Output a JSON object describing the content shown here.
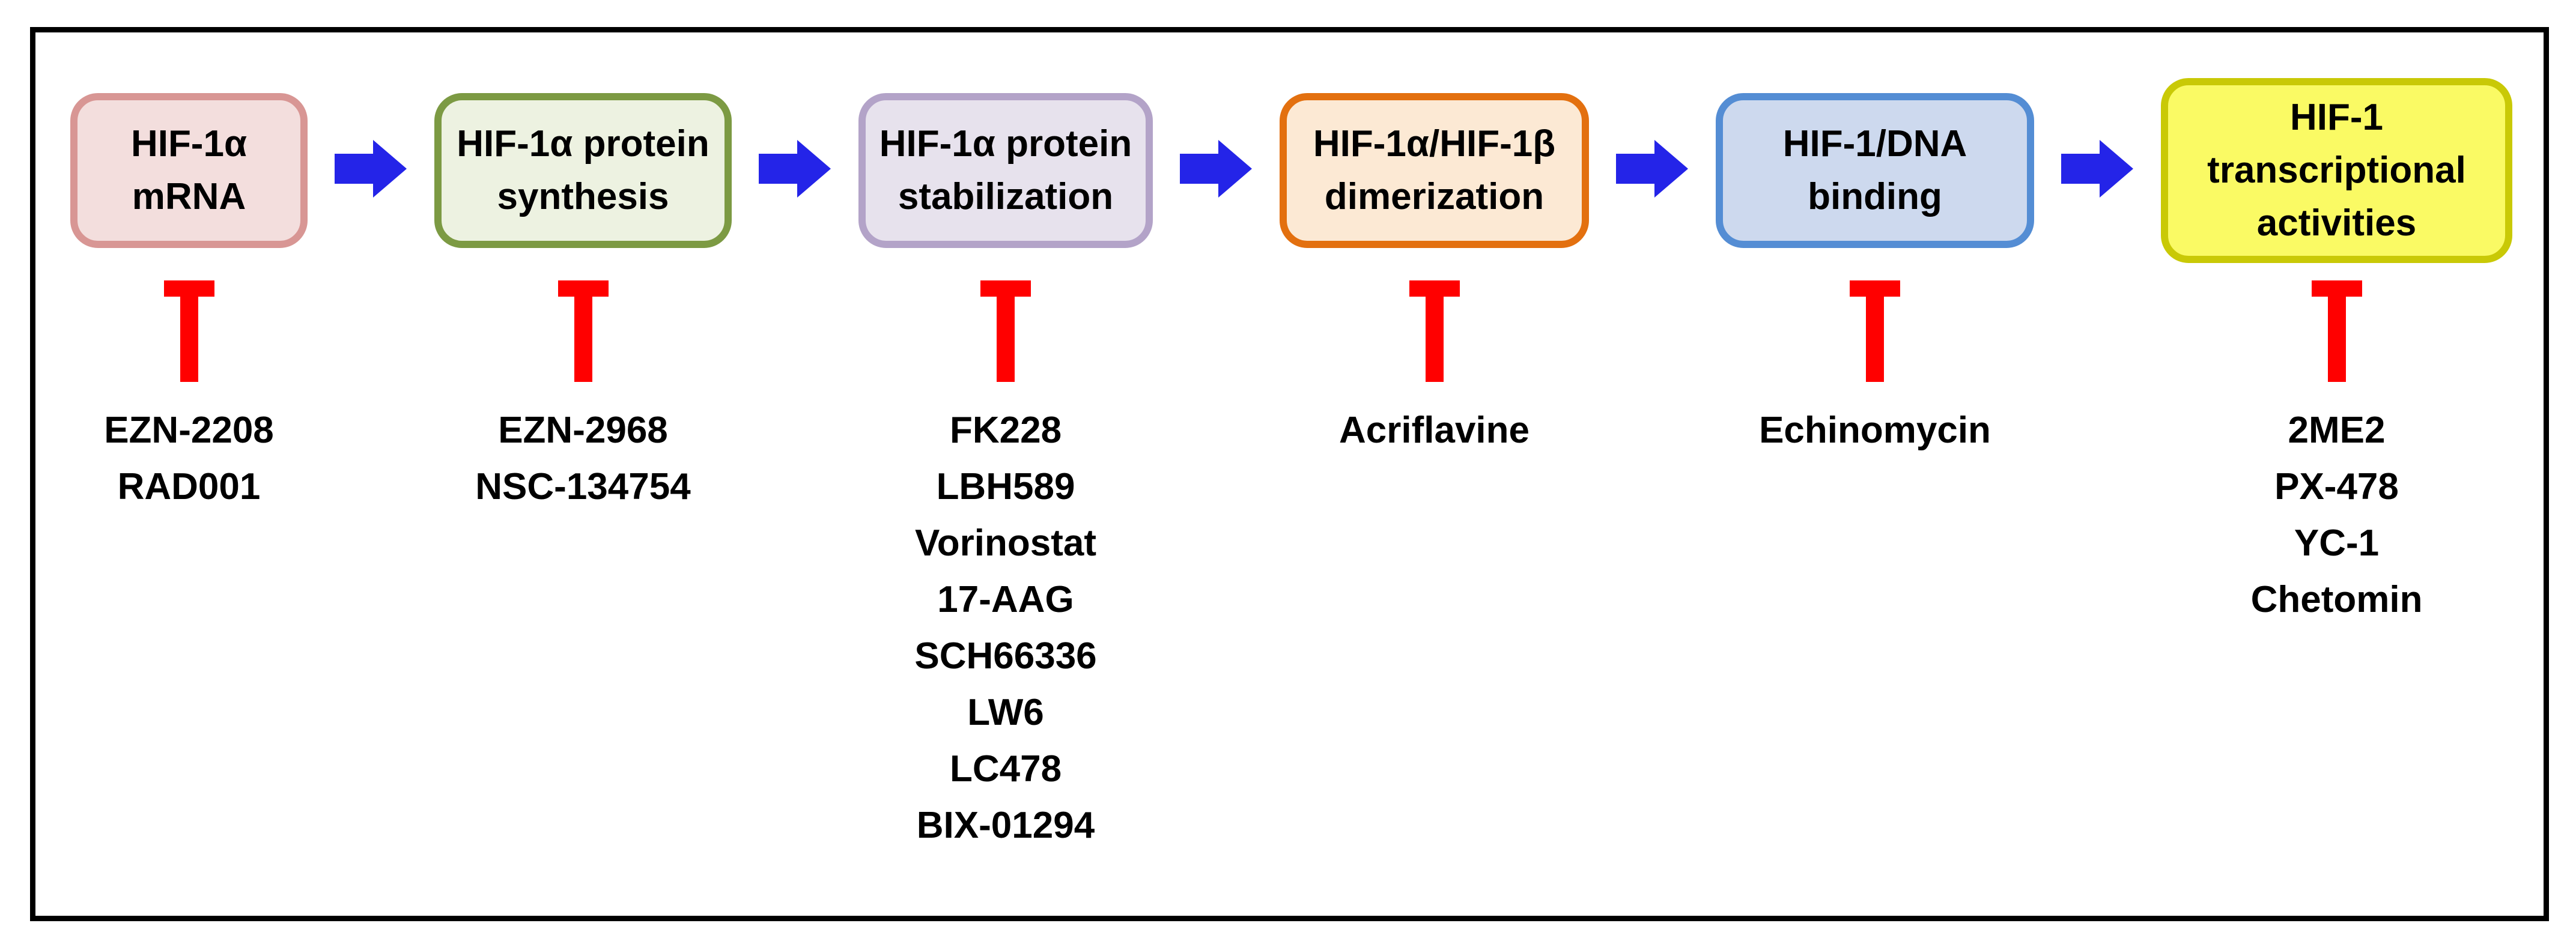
{
  "figure": {
    "frame_border_color": "#000000",
    "background_color": "#ffffff"
  },
  "pathway": {
    "arrow_color": "#2424e8",
    "inhibit_color": "#ff0000",
    "text_color": "#000000",
    "steps": [
      {
        "label": "HIF-1α mRNA",
        "fill": "#f3dedd",
        "border": "#d89694",
        "inhibitors": [
          "EZN-2208",
          "RAD001"
        ]
      },
      {
        "label": "HIF-1α protein synthesis",
        "fill": "#edf2e1",
        "border": "#7c9a43",
        "inhibitors": [
          "EZN-2968",
          "NSC-134754"
        ]
      },
      {
        "label": "HIF-1α protein stabilization",
        "fill": "#e7e2ed",
        "border": "#b3a3c8",
        "inhibitors": [
          "FK228",
          "LBH589",
          "Vorinostat",
          "17-AAG",
          "SCH66336",
          "LW6",
          "LC478",
          "BIX-01294"
        ]
      },
      {
        "label": "HIF-1α/HIF-1β dimerization",
        "fill": "#fce9d4",
        "border": "#e3700f",
        "inhibitors": [
          "Acriflavine"
        ]
      },
      {
        "label": "HIF-1/DNA binding",
        "fill": "#cdd9ee",
        "border": "#548dd4",
        "inhibitors": [
          "Echinomycin"
        ]
      },
      {
        "label": "HIF-1 transcriptional activities",
        "fill": "#fafa64",
        "border": "#c9c906",
        "inhibitors": [
          "2ME2",
          "PX-478",
          "YC-1",
          "Chetomin"
        ]
      }
    ]
  }
}
